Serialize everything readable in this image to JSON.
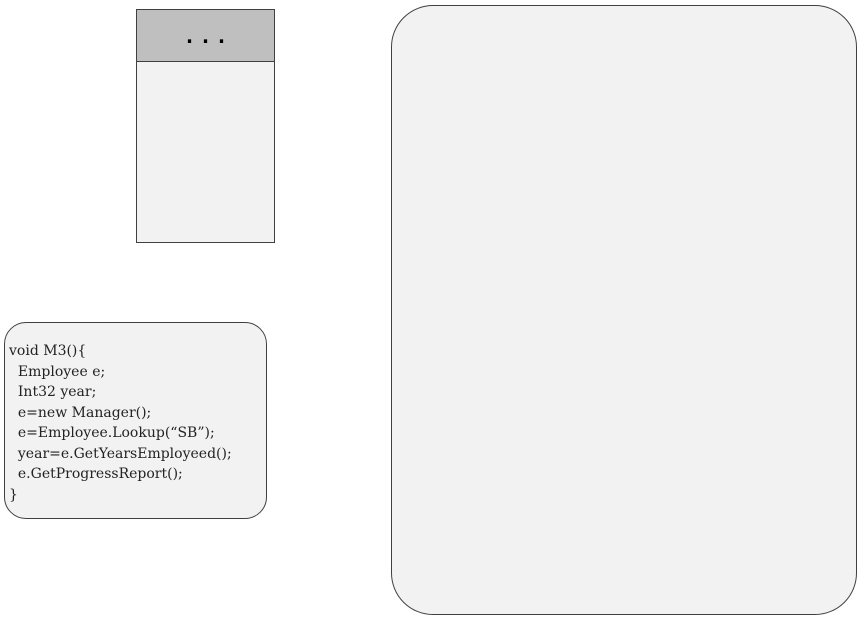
{
  "stack_frame": {
    "header_label": "..."
  },
  "code_block": {
    "lines": [
      "void M3(){",
      "  Employee e;",
      "  Int32 year;",
      "  e=new Manager();",
      "  e=Employee.Lookup(“SB”);",
      "  year=e.GetYearsEmployeed();",
      "  e.GetProgressReport();",
      "}"
    ]
  },
  "heap_area": {}
}
